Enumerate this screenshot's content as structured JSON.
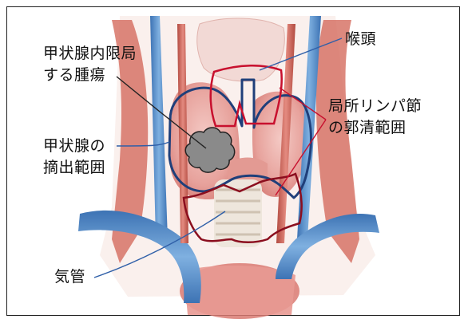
{
  "labels": {
    "thyroid_tumor": "甲状腺内限局\nする腫瘍",
    "larynx": "喉頭",
    "lymph_nodes": "局所リンパ節\nの郭清範囲",
    "thyroid_excision": "甲状腺の\n摘出範囲",
    "trachea": "気管"
  },
  "colors": {
    "thyroid_outline": "#1f3f7a",
    "lymph_outline": "#c8102e",
    "leader_blue": "#2f5fa8",
    "leader_red": "#c8102e",
    "tumor_fill": "#8a8a8a",
    "vessel_blue": "#4d86c6",
    "artery_red": "#c9594e",
    "tissue_pink": "#e8a3a0"
  }
}
